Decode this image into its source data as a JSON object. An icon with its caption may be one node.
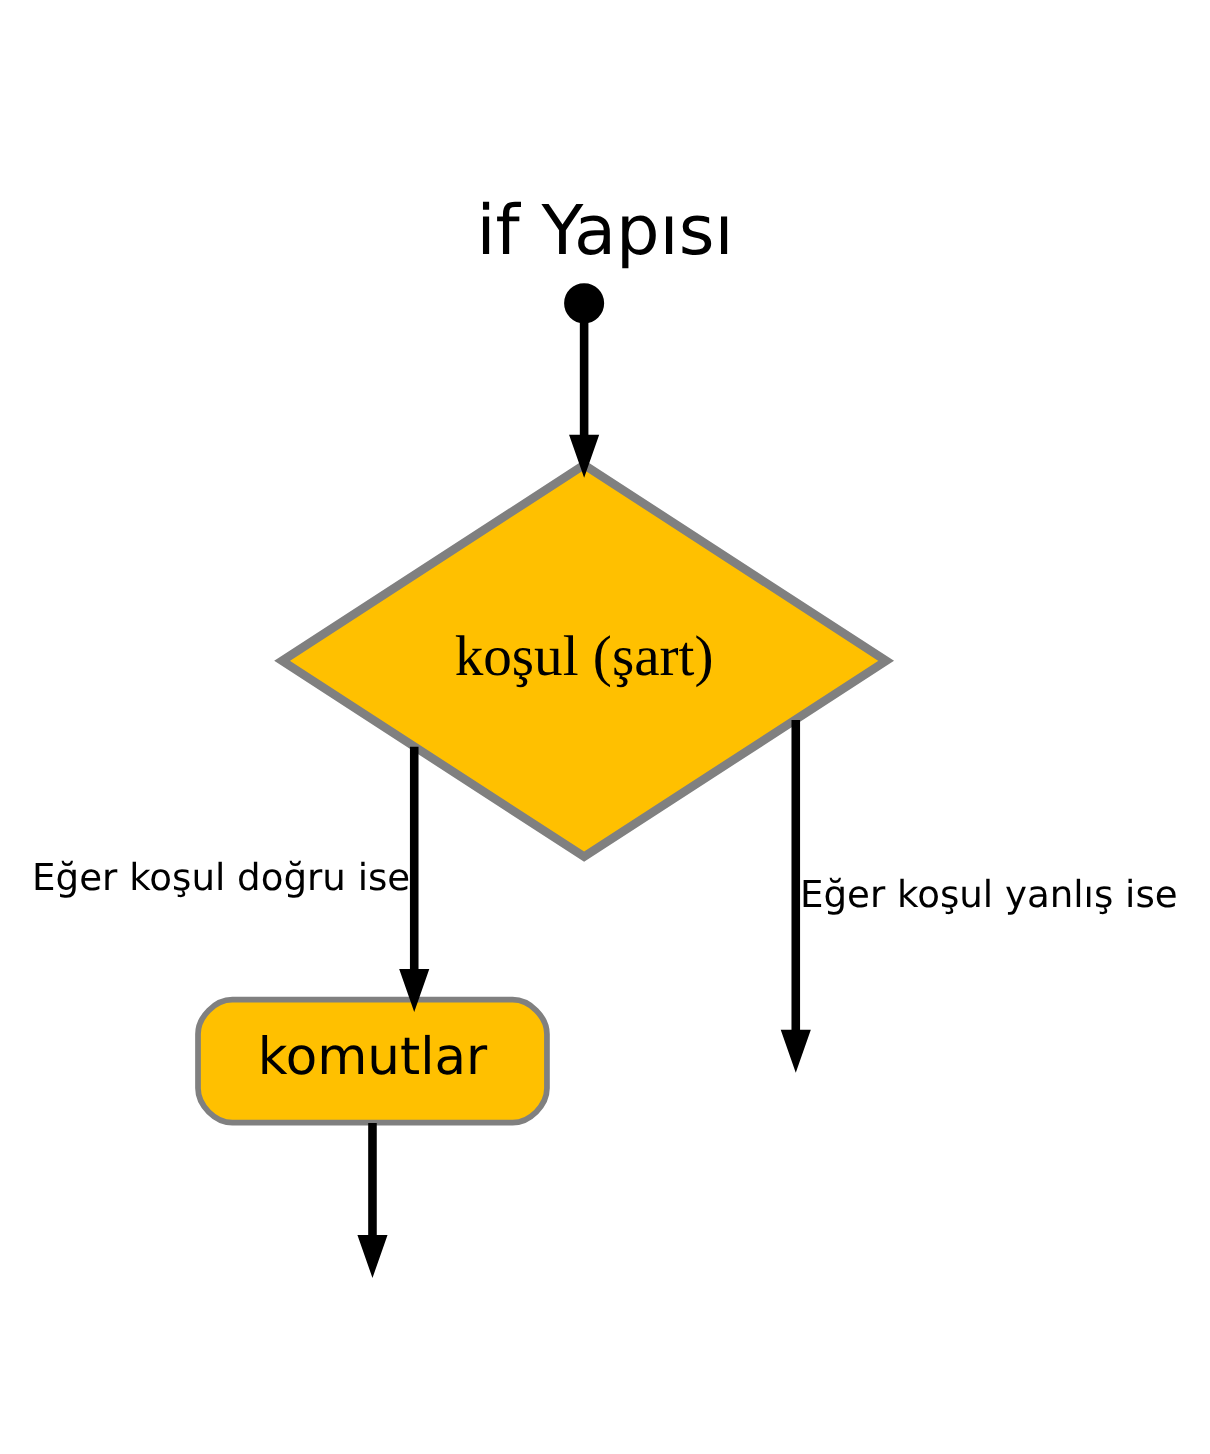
{
  "diagram": {
    "title": "if Yapısı",
    "nodes": [
      {
        "text": [],
        "shape": "circle"
      },
      {
        "text": [
          "koşul (şart)"
        ]
      },
      {
        "text": [
          "komutlar"
        ]
      }
    ],
    "edges": [
      {
        "from": 0,
        "to": 1,
        "arrow": "to"
      },
      {
        "from": 1,
        "to": 2,
        "arrow": "to",
        "label": "Eğer koşul doğru ise"
      },
      {
        "from": 1,
        "to": null,
        "arrow": "to",
        "label": "Eğer koşul yanlış ise"
      },
      {
        "from": 2,
        "to": null,
        "arrow": "to"
      }
    ]
  }
}
